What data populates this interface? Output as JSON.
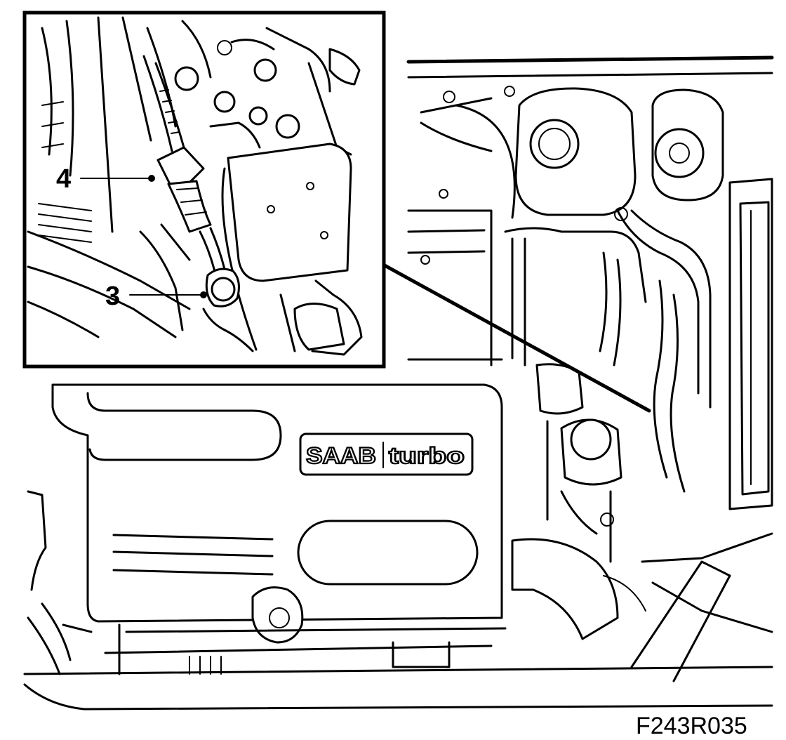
{
  "figure": {
    "code": "F243R035",
    "callouts": [
      {
        "id": "4",
        "label": "4"
      },
      {
        "id": "3",
        "label": "3"
      }
    ],
    "logo": {
      "brand": "SAAB",
      "model": "turbo"
    }
  },
  "style": {
    "line_color": "#000000",
    "background": "#ffffff"
  }
}
